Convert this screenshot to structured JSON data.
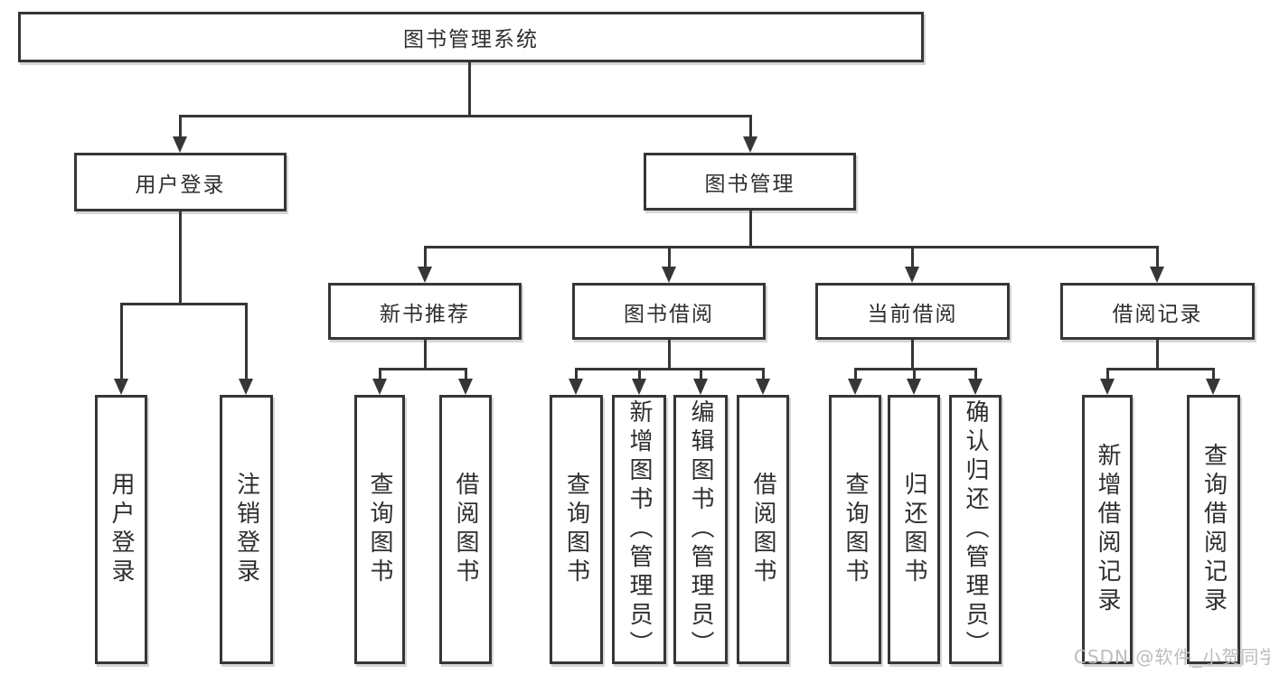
{
  "root": {
    "label": "图书管理系统"
  },
  "level2": {
    "user_login": {
      "label": "用户登录",
      "children": [
        "用户登录",
        "注销登录"
      ]
    },
    "book_management": {
      "label": "图书管理",
      "children": {
        "new_book": {
          "label": "新书推荐",
          "children": [
            "查询图书",
            "借阅图书"
          ]
        },
        "borrowing": {
          "label": "图书借阅",
          "children": [
            "查询图书",
            "新增图书（管理员）",
            "编辑图书（管理员）",
            "借阅图书"
          ]
        },
        "current": {
          "label": "当前借阅",
          "children": [
            "查询图书",
            "归还图书",
            "确认归还（管理员）"
          ]
        },
        "records": {
          "label": "借阅记录",
          "children": [
            "新增借阅记录",
            "查询借阅记录"
          ]
        }
      }
    }
  },
  "watermark": {
    "text": "CSDN @软件_小贺同学"
  },
  "colors": {
    "line": "#363636",
    "text": "#2e2e2e",
    "watermark": "#bcbcbc",
    "background": "#ffffff"
  }
}
